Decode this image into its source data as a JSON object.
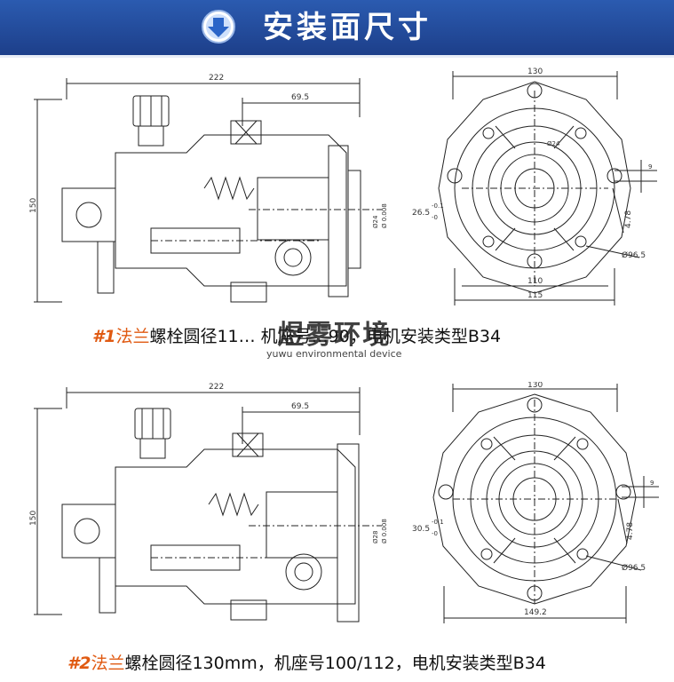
{
  "banner": {
    "title": "安装面尺寸",
    "icon": "down-arrow-icon"
  },
  "flange1": {
    "number": "#1",
    "label": "法兰",
    "description": "螺栓圆径11… 机座号…90，电机安装类型B34",
    "dims": {
      "overall_length": "222",
      "depth": "69.5",
      "height": "150",
      "shaft_dia_1": "Ø24",
      "shaft_dia_2": "Ø 0.008",
      "width_top": "130",
      "width_inner": "110",
      "width_bottom": "115",
      "offset": "26.5",
      "tol_a": "-0.1",
      "tol_b": "-0",
      "key_width": "9",
      "key_depth": "4.78",
      "pcd": "Ø96.5",
      "center_mark": "Ø24"
    }
  },
  "flange2": {
    "number": "#2",
    "label": "法兰",
    "description": "螺栓圆径130mm，机座号100/112，电机安装类型B34",
    "dims": {
      "overall_length": "222",
      "depth": "69.5",
      "height": "150",
      "shaft_dia_1": "Ø28",
      "shaft_dia_2": "Ø 0.008",
      "width_top": "130",
      "width_bottom": "149.2",
      "offset": "30.5",
      "tol_a": "-0.1",
      "tol_b": "-0",
      "key_width": "9",
      "key_depth": "4.78",
      "pcd": "Ø96.5"
    }
  },
  "watermark": {
    "chinese": "煜雾环境",
    "english": "yuwu environmental device"
  }
}
